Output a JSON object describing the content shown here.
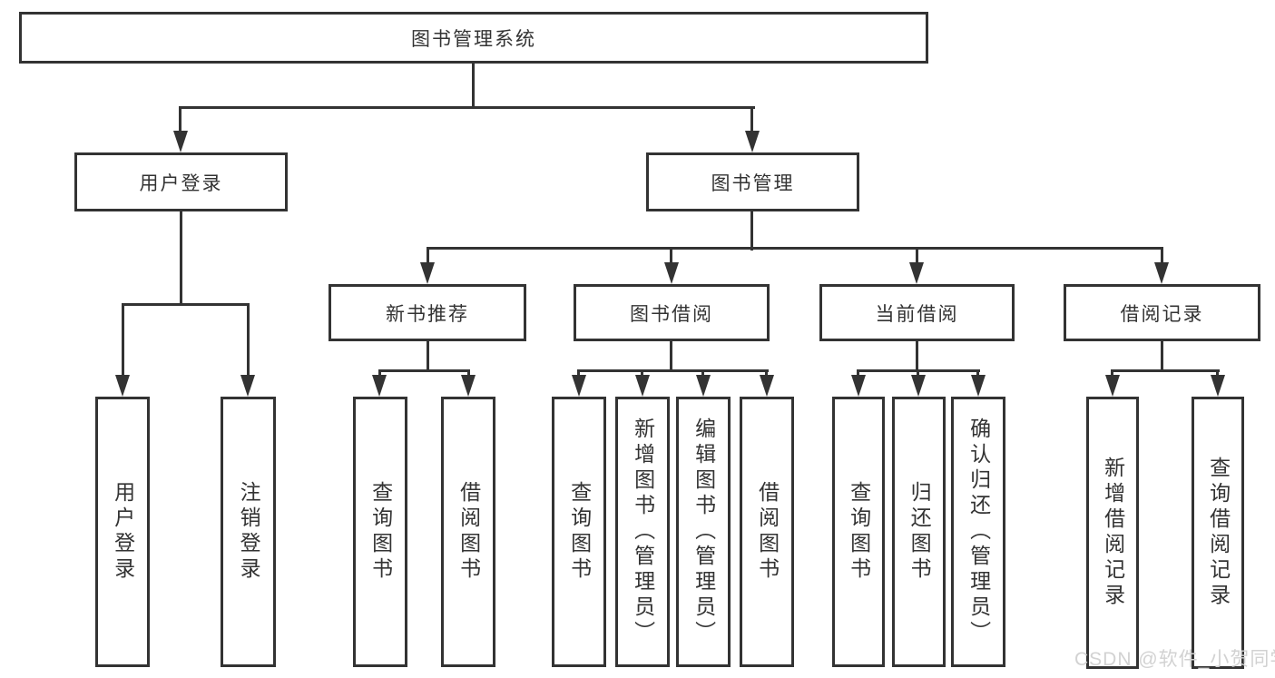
{
  "diagram": {
    "root": "图书管理系统",
    "level2": {
      "user_login": "用户登录",
      "book_mgmt": "图书管理"
    },
    "level3": {
      "new_book_rec": "新书推荐",
      "book_borrow": "图书借阅",
      "current_borrow": "当前借阅",
      "borrow_record": "借阅记录"
    },
    "leaves": {
      "user_login": "用户登录",
      "logout": "注销登录",
      "rec_query_book": "查询图书",
      "rec_borrow_book": "借阅图书",
      "bb_query_book": "查询图书",
      "bb_add_book": "新增图书（管理员）",
      "bb_edit_book": "编辑图书（管理员）",
      "bb_borrow_book": "借阅图书",
      "cb_query_book": "查询图书",
      "cb_return_book": "归还图书",
      "cb_confirm_return": "确认归还（管理员）",
      "br_add_record": "新增借阅记录",
      "br_query_record": "查询借阅记录"
    },
    "watermark": "CSDN @软件_小贺同学",
    "colors": {
      "line": "#333333",
      "text": "#333333",
      "watermark": "#d2d2d2",
      "background": "#ffffff"
    }
  }
}
